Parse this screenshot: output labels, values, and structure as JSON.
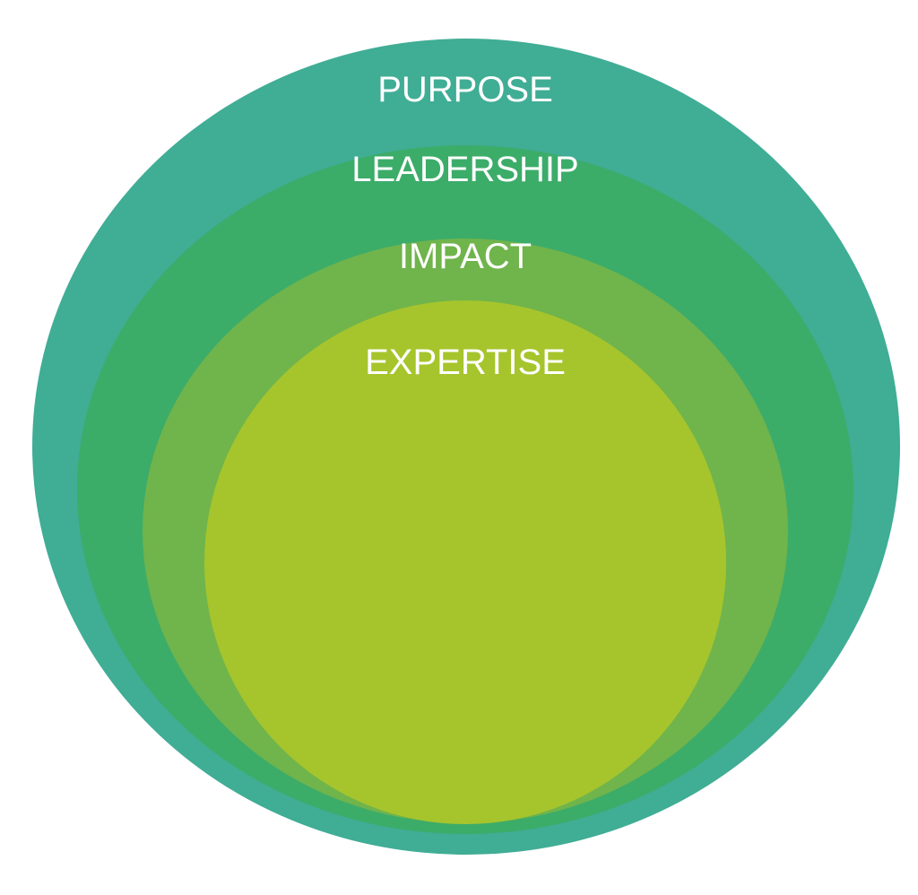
{
  "diagram": {
    "type": "nested-circles",
    "rings": [
      {
        "label": "PURPOSE",
        "color": "#40AD95"
      },
      {
        "label": "LEADERSHIP",
        "color": "#3CAC69"
      },
      {
        "label": "IMPACT",
        "color": "#70B44C"
      },
      {
        "label": "EXPERTISE",
        "color": "#A6C52C"
      }
    ]
  }
}
